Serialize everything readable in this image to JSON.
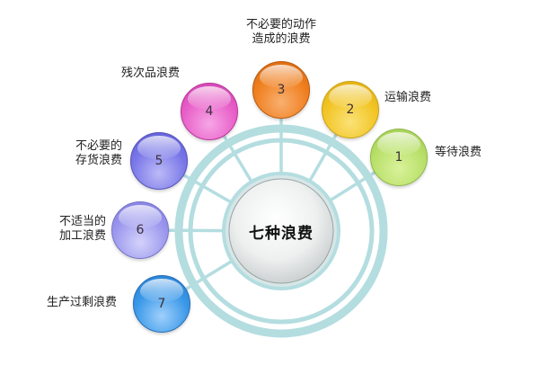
{
  "diagram": {
    "title": "七种浪费",
    "ring_color": "#b4dde0",
    "core_fill": "#e9ecec",
    "items": [
      {
        "number": "1",
        "label": "等待浪费",
        "color": "#b9e06a"
      },
      {
        "number": "2",
        "label": "运输浪费",
        "color": "#f2c525"
      },
      {
        "number": "3",
        "label": "不必要的动作\n造成的浪费",
        "color": "#f07f1f"
      },
      {
        "number": "4",
        "label": "残次品浪费",
        "color": "#e85fc8"
      },
      {
        "number": "5",
        "label": "不必要的\n存货浪费",
        "color": "#7a78e8"
      },
      {
        "number": "6",
        "label": "不适当的\n加工浪费",
        "color": "#9c98ee"
      },
      {
        "number": "7",
        "label": "生产过剩浪费",
        "color": "#3a98e8"
      }
    ]
  }
}
